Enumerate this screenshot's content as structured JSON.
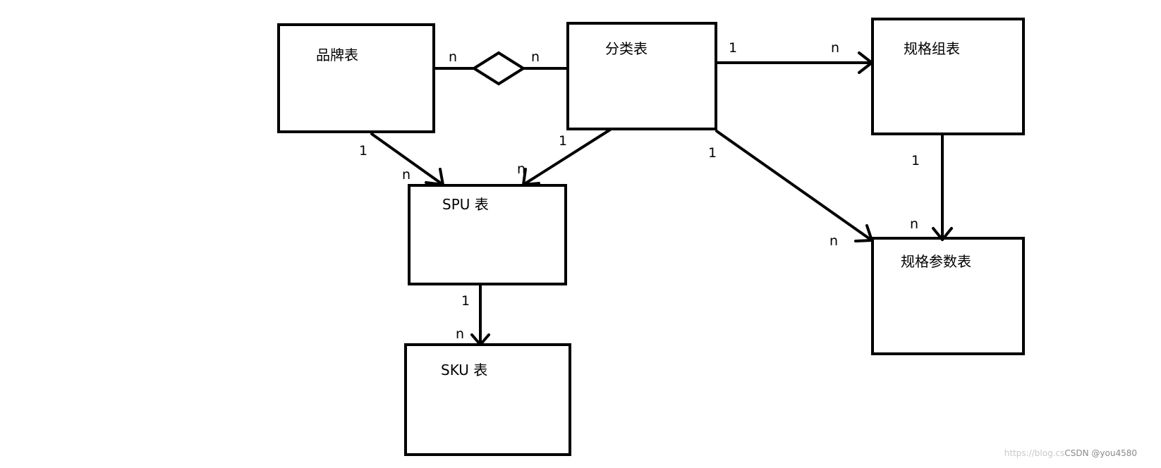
{
  "entities": {
    "brand": "品牌表",
    "category": "分类表",
    "spec_group": "规格组表",
    "spu": "SPU 表",
    "sku": "SKU 表",
    "spec_param": "规格参数表"
  },
  "cardinality": {
    "brand_category_left": "n",
    "brand_category_right": "n",
    "brand_spu_source": "1",
    "brand_spu_target": "n",
    "category_spu_source": "1",
    "category_spu_target": "n",
    "category_specgroup_source": "1",
    "category_specgroup_target": "n",
    "category_specparam_source": "1",
    "category_specparam_target": "n",
    "specgroup_specparam_source": "1",
    "specgroup_specparam_target": "n",
    "spu_sku_source": "1",
    "spu_sku_target": "n"
  },
  "watermark": {
    "url_prefix": "https://blog.cs",
    "credit": "CSDN @you4580"
  }
}
